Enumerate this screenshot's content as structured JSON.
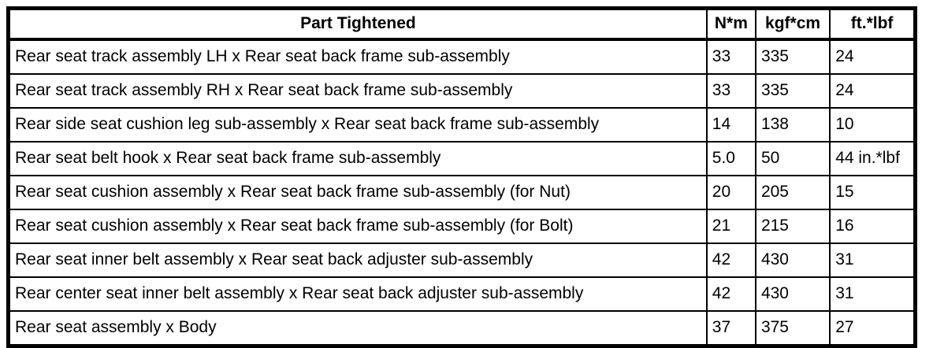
{
  "table": {
    "headers": {
      "part": "Part Tightened",
      "nm": "N*m",
      "kgfcm": "kgf*cm",
      "ftlbf": "ft.*lbf"
    },
    "rows": [
      {
        "part": "Rear seat track assembly LH x Rear seat back frame sub-assembly",
        "nm": "33",
        "kgfcm": "335",
        "ftlbf": "24"
      },
      {
        "part": "Rear seat track assembly RH x Rear seat back frame sub-assembly",
        "nm": "33",
        "kgfcm": "335",
        "ftlbf": "24"
      },
      {
        "part": "Rear side seat cushion leg sub-assembly x Rear seat back frame sub-assembly",
        "nm": "14",
        "kgfcm": "138",
        "ftlbf": "10"
      },
      {
        "part": "Rear seat belt hook x Rear seat back frame sub-assembly",
        "nm": "5.0",
        "kgfcm": "50",
        "ftlbf": "44 in.*lbf"
      },
      {
        "part": "Rear seat cushion assembly x Rear seat back frame sub-assembly (for Nut)",
        "nm": "20",
        "kgfcm": "205",
        "ftlbf": "15"
      },
      {
        "part": "Rear seat cushion assembly x Rear seat back frame sub-assembly (for Bolt)",
        "nm": "21",
        "kgfcm": "215",
        "ftlbf": "16"
      },
      {
        "part": "Rear seat inner belt assembly x Rear seat back adjuster sub-assembly",
        "nm": "42",
        "kgfcm": "430",
        "ftlbf": "31"
      },
      {
        "part": "Rear center seat inner belt assembly x Rear seat back adjuster sub-assembly",
        "nm": "42",
        "kgfcm": "430",
        "ftlbf": "31"
      },
      {
        "part": "Rear seat assembly x Body",
        "nm": "37",
        "kgfcm": "375",
        "ftlbf": "27"
      }
    ],
    "colors": {
      "border": "#000000",
      "background": "#ffffff",
      "text": "#000000"
    }
  }
}
